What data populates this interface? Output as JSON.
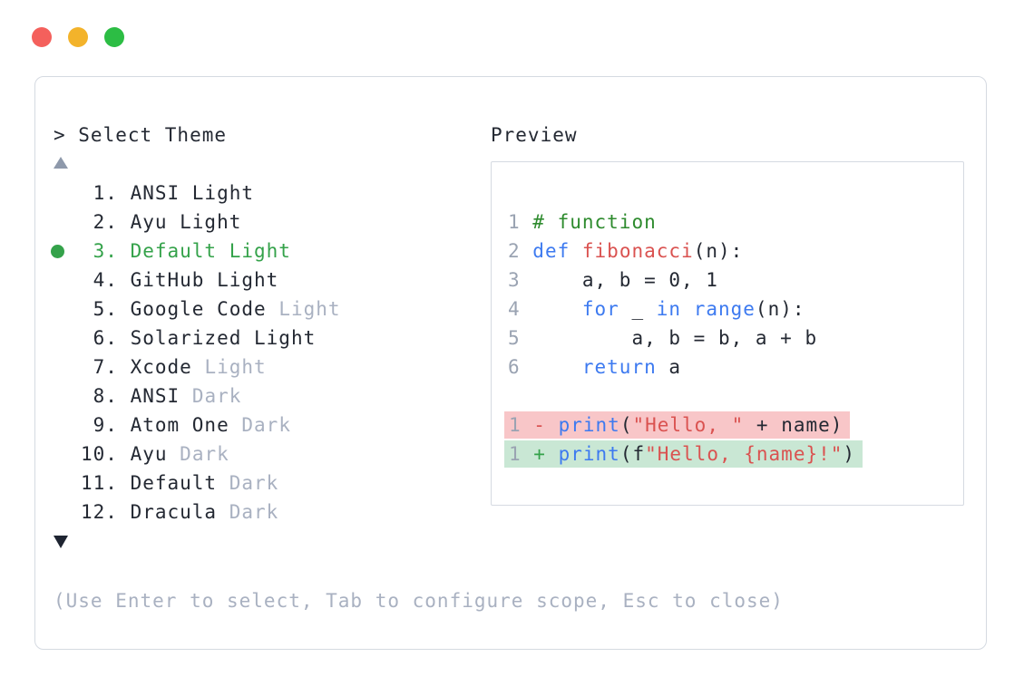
{
  "window": {
    "controls": [
      {
        "name": "close",
        "color": "#f4605c"
      },
      {
        "name": "minimize",
        "color": "#f3b32b"
      },
      {
        "name": "zoom",
        "color": "#2cbd44"
      }
    ]
  },
  "prompt": {
    "text": "> Select Theme"
  },
  "theme_list": {
    "items": [
      {
        "number": " 1.",
        "name": "ANSI Light",
        "variant": "",
        "selected": false
      },
      {
        "number": " 2.",
        "name": "Ayu Light",
        "variant": "",
        "selected": false
      },
      {
        "number": " 3.",
        "name": "Default Light",
        "variant": "",
        "selected": true
      },
      {
        "number": " 4.",
        "name": "GitHub Light",
        "variant": "",
        "selected": false
      },
      {
        "number": " 5.",
        "name": "Google Code",
        "variant": "Light",
        "selected": false
      },
      {
        "number": " 6.",
        "name": "Solarized Light",
        "variant": "",
        "selected": false
      },
      {
        "number": " 7.",
        "name": "Xcode",
        "variant": "Light",
        "selected": false
      },
      {
        "number": " 8.",
        "name": "ANSI",
        "variant": "Dark",
        "selected": false
      },
      {
        "number": " 9.",
        "name": "Atom One",
        "variant": "Dark",
        "selected": false
      },
      {
        "number": "10.",
        "name": "Ayu",
        "variant": "Dark",
        "selected": false
      },
      {
        "number": "11.",
        "name": "Default",
        "variant": "Dark",
        "selected": false
      },
      {
        "number": "12.",
        "name": "Dracula",
        "variant": "Dark",
        "selected": false
      }
    ]
  },
  "preview": {
    "title": "Preview",
    "code_lines": [
      {
        "num": "1",
        "tokens": [
          {
            "s": "# function",
            "c": "comment"
          }
        ]
      },
      {
        "num": "2",
        "tokens": [
          {
            "s": "def",
            "c": "keyword"
          },
          {
            "s": " ",
            "c": "plain"
          },
          {
            "s": "fibonacci",
            "c": "red"
          },
          {
            "s": "(n):",
            "c": "plain"
          }
        ]
      },
      {
        "num": "3",
        "tokens": [
          {
            "s": "    a, b = 0, 1",
            "c": "plain"
          }
        ]
      },
      {
        "num": "4",
        "tokens": [
          {
            "s": "    ",
            "c": "plain"
          },
          {
            "s": "for",
            "c": "keyword"
          },
          {
            "s": " _ ",
            "c": "plain"
          },
          {
            "s": "in",
            "c": "keyword"
          },
          {
            "s": " ",
            "c": "plain"
          },
          {
            "s": "range",
            "c": "keyword"
          },
          {
            "s": "(n):",
            "c": "plain"
          }
        ]
      },
      {
        "num": "5",
        "tokens": [
          {
            "s": "        a, b = b, a + b",
            "c": "plain"
          }
        ]
      },
      {
        "num": "6",
        "tokens": [
          {
            "s": "    ",
            "c": "plain"
          },
          {
            "s": "return",
            "c": "keyword"
          },
          {
            "s": " a",
            "c": "plain"
          }
        ]
      },
      {
        "num": "",
        "tokens": []
      }
    ],
    "diff_lines": [
      {
        "num": "1",
        "sign": "-",
        "kind": "removed",
        "tokens": [
          {
            "s": "print",
            "c": "keyword"
          },
          {
            "s": "(",
            "c": "plain"
          },
          {
            "s": "\"Hello, \"",
            "c": "red"
          },
          {
            "s": " + name)",
            "c": "plain"
          }
        ]
      },
      {
        "num": "1",
        "sign": "+",
        "kind": "added",
        "tokens": [
          {
            "s": "print",
            "c": "keyword"
          },
          {
            "s": "(f",
            "c": "plain"
          },
          {
            "s": "\"Hello, {name}!\"",
            "c": "red"
          },
          {
            "s": ")",
            "c": "plain"
          }
        ]
      }
    ]
  },
  "help": {
    "text": "(Use Enter to select, Tab to configure scope, Esc to close)"
  },
  "colors": {
    "text_dark": "#242933",
    "text_muted": "#a9b1c1",
    "line_number": "#9aa3b2",
    "keyword_blue": "#3d7af0",
    "string_red": "#da5250",
    "comment_green": "#2e8b2e",
    "selected_green": "#34a24a",
    "removed_bg": "#f8c6c8",
    "added_bg": "#c9e7d4",
    "panel_border": "#d5dae1",
    "scroll_up_arrow": "#8e99ab",
    "scroll_down_arrow": "#1e2431",
    "traffic_red": "#f4605c",
    "traffic_yellow": "#f3b32b",
    "traffic_green": "#2cbd44"
  }
}
